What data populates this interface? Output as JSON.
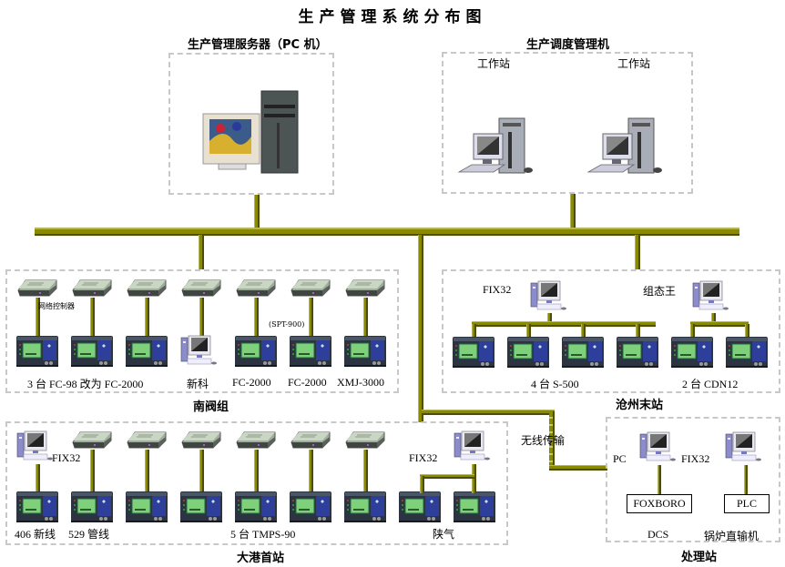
{
  "title": "生产管理系统分布图",
  "server": {
    "header": "生产管理服务器（PC 机）"
  },
  "dispatch": {
    "header": "生产调度管理机",
    "workstations": [
      "工作站",
      "工作站"
    ]
  },
  "nanfa": {
    "footer": "南阀组",
    "router_label": "网络控制器",
    "spt_label": "(SPT-900)",
    "labels": [
      "3 台 FC-98 改为 FC-2000",
      "新科",
      "FC-2000",
      "FC-2000",
      "XMJ-3000"
    ]
  },
  "cangzhou": {
    "footer": "沧州末站",
    "pc_labels": [
      "FIX32",
      "组态王"
    ],
    "labels": [
      "4 台 S-500",
      "2 台 CDN12"
    ]
  },
  "dagang": {
    "footer": "大港首站",
    "pc_labels": [
      "FIX32",
      "FIX32"
    ],
    "labels": [
      "406 新线",
      "529 管线",
      "5 台 TMPS-90",
      "陕气"
    ]
  },
  "wireless": {
    "label": "无线传输"
  },
  "chuli": {
    "footer": "处理站",
    "pc_labels": [
      "PC",
      "FIX32"
    ],
    "boxes": [
      "FOXBORO",
      "PLC"
    ],
    "labels": [
      "DCS",
      "锅炉直输机"
    ]
  },
  "colors": {
    "bus": "#8a8a00",
    "box_border": "#c8c8c8"
  }
}
